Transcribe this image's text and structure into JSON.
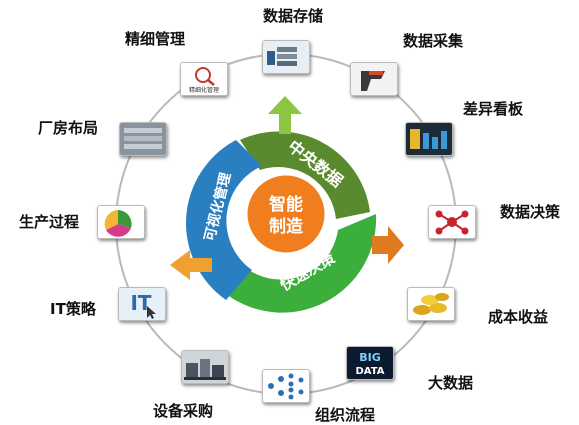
{
  "center": {
    "line1": "智能",
    "line2": "制造"
  },
  "ring": {
    "top_segment": "中央数据",
    "left_segment": "可视化管理",
    "bottom_segment": "快速决策",
    "colors": {
      "top": "#5a8a2e",
      "left": "#2a7fc1",
      "bottom": "#3cae3c",
      "center": "#f07e1e"
    }
  },
  "nodes": [
    {
      "id": "data-storage",
      "label": "数据存储",
      "icon": "server-icon"
    },
    {
      "id": "data-collection",
      "label": "数据采集",
      "icon": "scanner-icon"
    },
    {
      "id": "variance-dashboard",
      "label": "差异看板",
      "icon": "dashboard-icon"
    },
    {
      "id": "data-decision",
      "label": "数据决策",
      "icon": "network-icon"
    },
    {
      "id": "cost-benefit",
      "label": "成本收益",
      "icon": "coins-icon"
    },
    {
      "id": "big-data",
      "label": "大数据",
      "icon": "big-data-icon",
      "image_text": [
        "BIG",
        "DATA"
      ]
    },
    {
      "id": "org-process",
      "label": "组织流程",
      "icon": "org-chart-icon"
    },
    {
      "id": "equipment-procurement",
      "label": "设备采购",
      "icon": "machinery-icon"
    },
    {
      "id": "it-strategy",
      "label": "IT策略",
      "icon": "it-click-icon",
      "image_text": [
        "IT"
      ]
    },
    {
      "id": "production-process",
      "label": "生产过程",
      "icon": "chart-icon"
    },
    {
      "id": "factory-layout",
      "label": "厂房布局",
      "icon": "layout-icon"
    },
    {
      "id": "lean-management",
      "label": "精细管理",
      "icon": "magnifier-icon",
      "image_text": [
        "精细化管理"
      ]
    }
  ]
}
